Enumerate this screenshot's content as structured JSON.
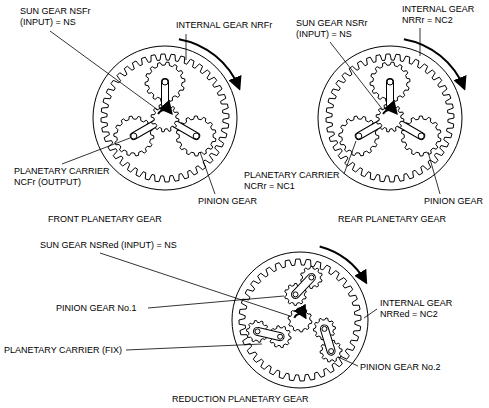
{
  "diagram": {
    "labels": [
      "SUN GEAR NSFr (INPUT) = NS",
      "INTERNAL GEAR NRFr",
      "INTERNAL GEAR NRRr = NC2",
      "SUN GEAR NSRr (INPUT) = NS",
      "PINION GEAR",
      "PLANETARY CARRIER NCFr (OUTPUT)",
      "PLANETARY CARRIER NCRr = NC1",
      "PINION GEAR",
      "FRONT PLANETARY GEAR",
      "REAR PLANETARY GEAR",
      "SUN GEAR NSRed (INPUT) = NS",
      "PINION GEAR No.1",
      "INTERNAL GEAR NRRed = NC2",
      "PLANETARY CARRIER (FIX)",
      "PINION GEAR No.2",
      "REDUCTION PLANETARY GEAR"
    ]
  }
}
